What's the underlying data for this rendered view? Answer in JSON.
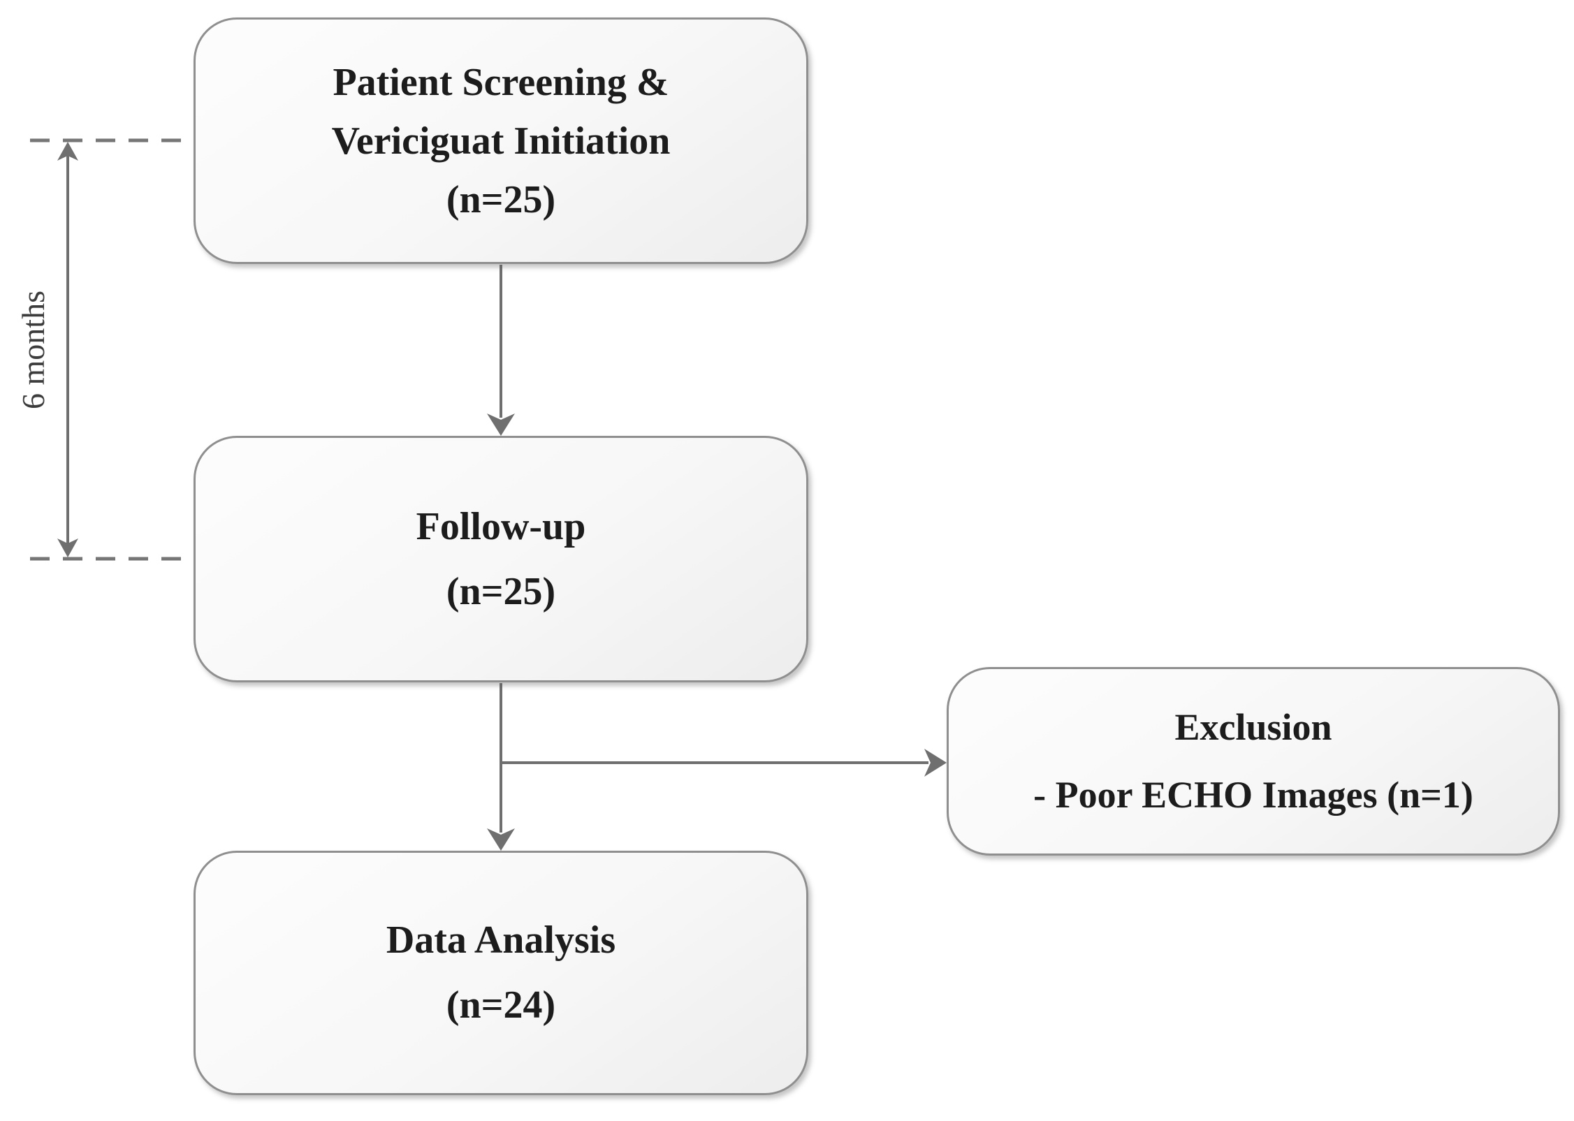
{
  "figure": {
    "type": "study-flow-diagram",
    "background": "#ffffff"
  },
  "nodes": {
    "screening": {
      "lines": [
        "Patient Screening &",
        "Vericiguat Initiation",
        "(n=25)"
      ]
    },
    "followup": {
      "lines": [
        "Follow-up",
        "(n=25)"
      ]
    },
    "analysis": {
      "lines": [
        "Data Analysis",
        "(n=24)"
      ]
    },
    "exclusion": {
      "lines": [
        "Exclusion",
        "- Poor ECHO Images (n=1)"
      ]
    }
  },
  "annotations": {
    "interval_label": "6 months"
  },
  "colors": {
    "box_border": "#8f8f8f",
    "box_fill_start": "#fdfdfd",
    "box_fill_end": "#ededed",
    "connector": "#6f6f6f",
    "text": "#1c1c1c",
    "interval_text": "#3c3c3c"
  }
}
